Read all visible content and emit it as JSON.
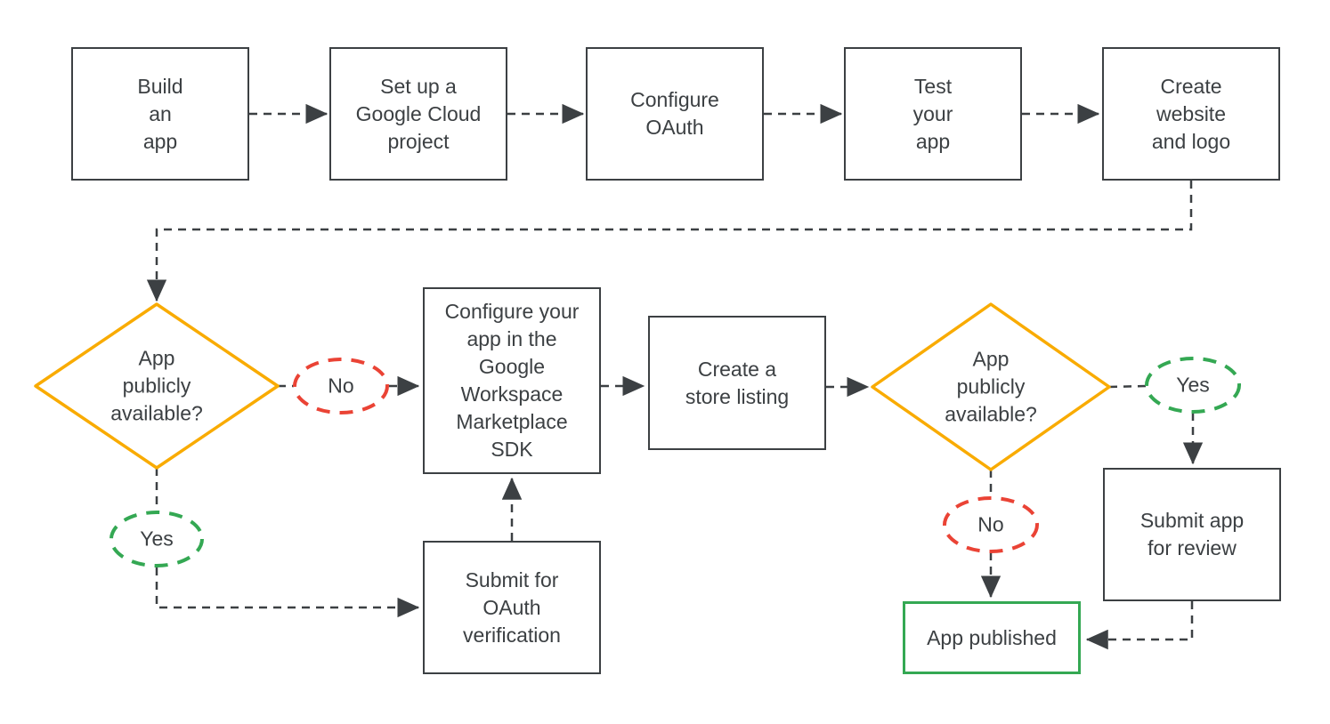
{
  "colors": {
    "bg": "#ffffff",
    "line": "#3c4043",
    "box_border": "#3c4043",
    "text": "#3c4043",
    "decision": "#f9ab00",
    "yes": "#34a853",
    "no": "#ea4335",
    "published": "#34a853"
  },
  "nodes": {
    "build_app": {
      "label": "Build\nan\napp"
    },
    "cloud_project": {
      "label": "Set up a\nGoogle Cloud\nproject"
    },
    "configure_oauth": {
      "label": "Configure\nOAuth"
    },
    "test_app": {
      "label": "Test\nyour\napp"
    },
    "create_website": {
      "label": "Create\nwebsite\nand logo"
    },
    "decision_public_1": {
      "label": "App\npublicly\navailable?"
    },
    "sdk_configure": {
      "label": "Configure your\napp in the\nGoogle\nWorkspace\nMarketplace\nSDK"
    },
    "store_listing": {
      "label": "Create a\nstore listing"
    },
    "decision_public_2": {
      "label": "App\npublicly\navailable?"
    },
    "submit_oauth": {
      "label": "Submit for\nOAuth\nverification"
    },
    "submit_review": {
      "label": "Submit app\nfor review"
    },
    "app_published": {
      "label": "App published"
    }
  },
  "edge_labels": {
    "no_1": "No",
    "yes_1": "Yes",
    "yes_2": "Yes",
    "no_2": "No"
  }
}
